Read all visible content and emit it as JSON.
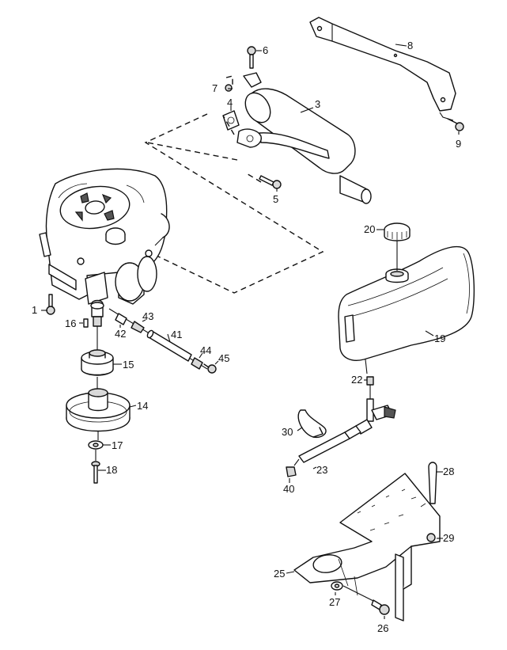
{
  "callouts": {
    "c1": "1",
    "c3": "3",
    "c4": "4",
    "c5": "5",
    "c6": "6",
    "c7": "7",
    "c8": "8",
    "c9": "9",
    "c14": "14",
    "c15": "15",
    "c16": "16",
    "c17": "17",
    "c18": "18",
    "c19": "19",
    "c20": "20",
    "c22": "22",
    "c23": "23",
    "c25": "25",
    "c26": "26",
    "c27": "27",
    "c28": "28",
    "c29": "29",
    "c30": "30",
    "c40": "40",
    "c41": "41",
    "c42": "42",
    "c43": "43",
    "c44": "44",
    "c45": "45"
  },
  "colors": {
    "line": "#111111",
    "fill": "#ffffff",
    "shade": "#d9d9d9"
  }
}
